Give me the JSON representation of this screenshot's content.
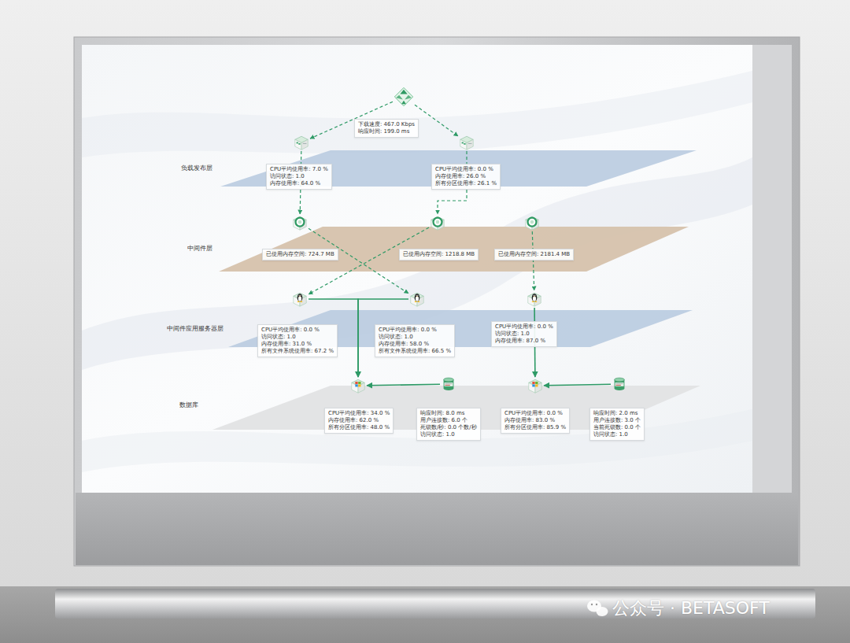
{
  "diagram": {
    "nodes": [
      {
        "text": [
          "下载速度: 467.0 Kbps",
          "响应时间: 199.0 ms"
        ]
      },
      {
        "text": [
          "CPU平均使用率: 7.0 %",
          "访问状态: 1.0",
          "内存使用率: 64.0 %"
        ]
      },
      {
        "text": [
          "CPU平均使用率: 0.0 %",
          "内存使用率: 26.0 %",
          "所有分区使用率: 26.1 %"
        ]
      },
      {
        "text": [
          "已使用内存空间: 724.7 MB"
        ]
      },
      {
        "text": [
          "已使用内存空间: 1218.8 MB"
        ]
      },
      {
        "text": [
          "已使用内存空间: 2181.4 MB"
        ]
      },
      {
        "text": [
          "CPU平均使用率: 0.0 %",
          "访问状态: 1.0",
          "内存使用率: 31.0 %",
          "所有文件系统使用率: 67.2 %"
        ]
      },
      {
        "text": [
          "CPU平均使用率: 0.0 %",
          "访问状态: 1.0",
          "内存使用率: 58.0 %",
          "所有文件系统使用率: 66.5 %"
        ]
      },
      {
        "text": [
          "CPU平均使用率: 0.0 %",
          "访问状态: 1.0",
          "内存使用率: 87.0 %"
        ]
      },
      {
        "text": [
          "CPU平均使用率: 34.0 %",
          "内存使用率: 62.0 %",
          "所有分区使用率: 48.0 %"
        ]
      },
      {
        "text": [
          "响应时间: 8.0 ms",
          "用户连接数: 6.0 个",
          "死锁数/秒: 0.0 个数/秒",
          "访问状态: 1.0"
        ]
      },
      {
        "text": [
          "CPU平均使用率: 0.0 %",
          "内存使用率: 83.0 %",
          "所有分区使用率: 85.9 %"
        ]
      },
      {
        "text": [
          "响应时间: 2.0 ms",
          "用户连接数: 3.0 个",
          "当前死锁数: 0.0 个",
          "访问状态: 1.0"
        ]
      }
    ],
    "edges": [
      {
        "from": 0,
        "to": 1,
        "arrow": "to"
      },
      {
        "from": 0,
        "to": 2,
        "arrow": "to"
      },
      {
        "from": 1,
        "to": 3,
        "arrow": "to"
      },
      {
        "from": 2,
        "to": 4,
        "arrow": "to"
      },
      {
        "from": 3,
        "to": 7,
        "arrow": "to"
      },
      {
        "from": 4,
        "to": 6,
        "arrow": "to"
      },
      {
        "from": 5,
        "to": 8,
        "arrow": "to"
      },
      {
        "from": 6,
        "to": 9,
        "arrow": "to"
      },
      {
        "from": 7,
        "to": 9,
        "arrow": "to"
      },
      {
        "from": 10,
        "to": 9,
        "arrow": "to"
      },
      {
        "from": 8,
        "to": 11,
        "arrow": "to"
      },
      {
        "from": 12,
        "to": 11,
        "arrow": "to"
      }
    ],
    "labels": [
      "负载发布层",
      "中间件层",
      "中间件应用服务器层",
      "数据库",
      "公众号 · BETASOFT"
    ]
  }
}
